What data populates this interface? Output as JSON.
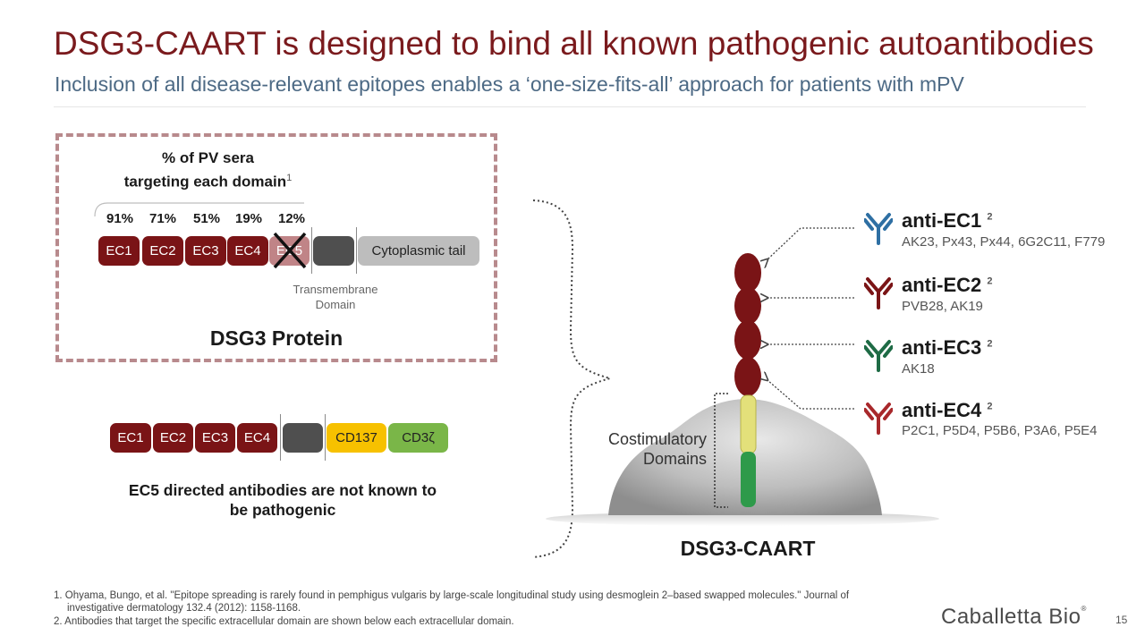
{
  "title": "DSG3-CAART is designed to bind all known pathogenic autoantibodies",
  "subtitle": "Inclusion of all disease-relevant epitopes enables a ‘one-size-fits-all’ approach for patients with mPV",
  "protein_panel": {
    "heading_line1": "% of PV sera",
    "heading_line2": "targeting each domain",
    "heading_sup": "1",
    "percentages": [
      "91%",
      "71%",
      "51%",
      "19%",
      "12%"
    ],
    "domains": [
      "EC1",
      "EC2",
      "EC3",
      "EC4",
      "EC5"
    ],
    "cytoplasmic_label": "Cytoplasmic tail",
    "transmembrane_line1": "Transmembrane",
    "transmembrane_line2": "Domain",
    "caption": "DSG3 Protein"
  },
  "caart_construct": {
    "domains": [
      "EC1",
      "EC2",
      "EC3",
      "EC4"
    ],
    "cd137_label": "CD137",
    "cd3z_label": "CD3ζ",
    "note_line1": "EC5 directed antibodies are not known to",
    "note_line2": "be pathogenic"
  },
  "cell_diagram": {
    "costim_line1": "Costimulatory",
    "costim_line2": "Domains",
    "caption": "DSG3-CAART"
  },
  "antibodies": [
    {
      "name": "anti-EC1",
      "sup": "2",
      "list": "AK23, Px43, Px44, 6G2C11, F779",
      "color": "#2e6fa3"
    },
    {
      "name": "anti-EC2",
      "sup": "2",
      "list": "PVB28, AK19",
      "color": "#7a1416"
    },
    {
      "name": "anti-EC3",
      "sup": "2",
      "list": "AK18",
      "color": "#1e6b45"
    },
    {
      "name": "anti-EC4",
      "sup": "2",
      "list": "P2C1, P5D4, P5B6, P3A6, P5E4",
      "color": "#a8282b"
    }
  ],
  "footnotes": [
    "1. Ohyama, Bungo, et al. \"Epitope spreading is rarely found in pemphigus vulgaris by large-scale longitudinal study using desmoglein 2–based swapped molecules.\" Journal of",
    "investigative dermatology 132.4 (2012): 1158-1168.",
    "2. Antibodies that target the specific extracellular domain are shown below each extracellular domain."
  ],
  "logo": {
    "text": "Caballetta Bio",
    "mark": "®"
  },
  "page_number": "15",
  "colors": {
    "title": "#7a1a1d",
    "subtitle": "#4d6a85",
    "domain_red": "#7a1416",
    "ec5_faded": "#c08487",
    "cd137": "#f7c100",
    "cd3z": "#7ab648"
  }
}
